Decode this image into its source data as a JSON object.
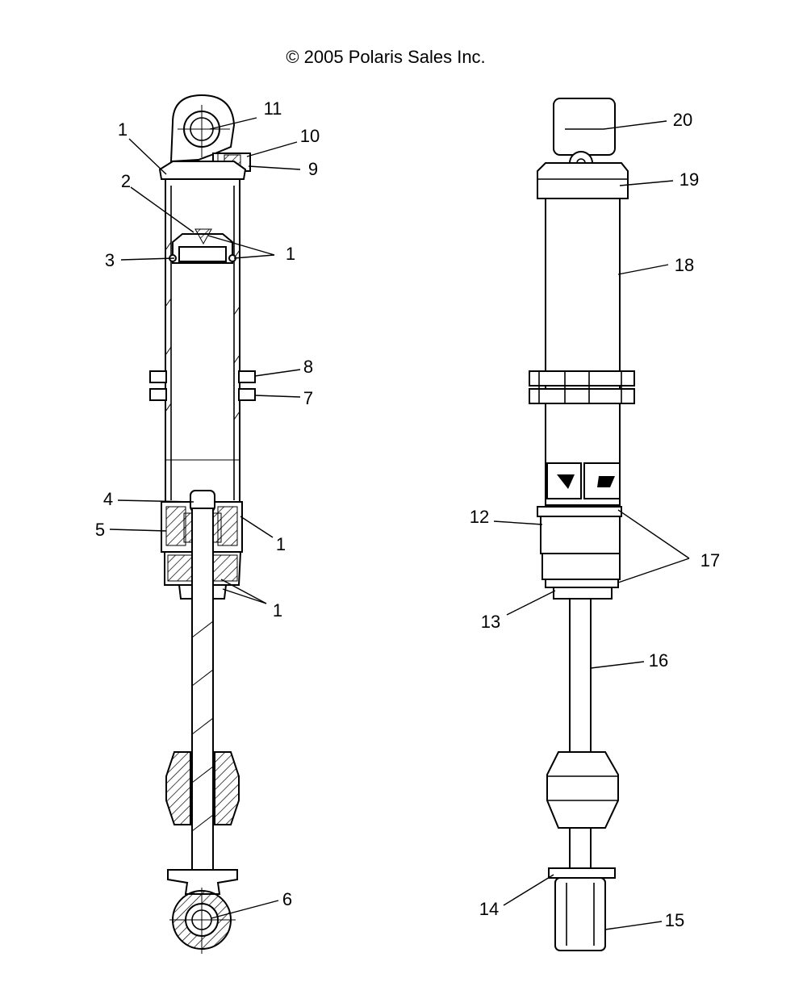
{
  "copyright": "© 2005 Polaris Sales Inc.",
  "callouts": {
    "c1_top": "1",
    "c2": "2",
    "c3": "3",
    "c1_piston": "1",
    "c8": "8",
    "c7": "7",
    "c9": "9",
    "c10": "10",
    "c11": "11",
    "c4": "4",
    "c5": "5",
    "c1_seal": "1",
    "c1_lower": "1",
    "c6": "6",
    "c20": "20",
    "c19": "19",
    "c18": "18",
    "c12": "12",
    "c17": "17",
    "c13": "13",
    "c16": "16",
    "c14": "14",
    "c15": "15"
  }
}
